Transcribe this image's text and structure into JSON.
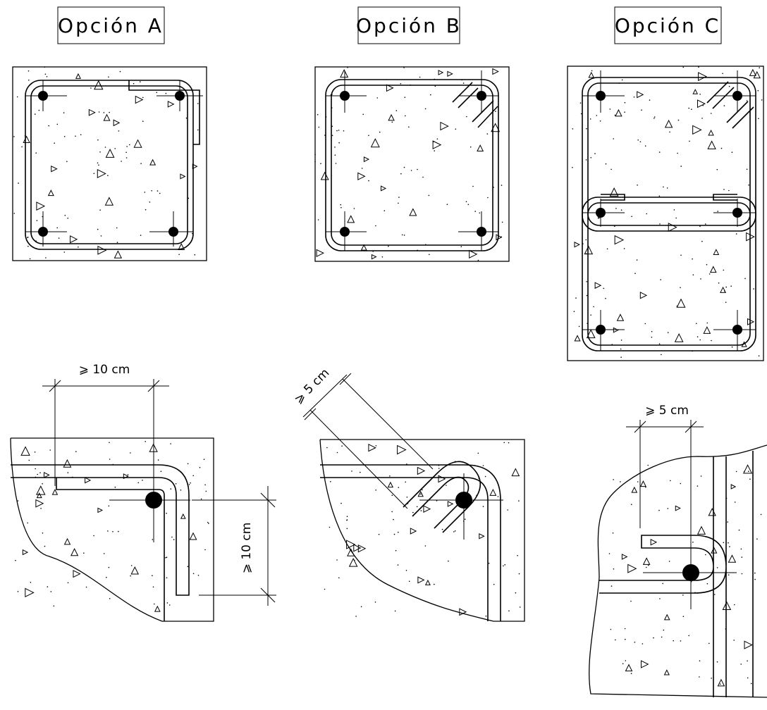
{
  "options": {
    "a": {
      "title": "Opción A"
    },
    "b": {
      "title": "Opción B"
    },
    "c": {
      "title": "Opción C"
    }
  },
  "dimensions": {
    "a_horizontal": "⩾ 10 cm",
    "a_vertical": "⩾ 10 cm",
    "b_diagonal": "⩾ 5 cm",
    "c_horizontal": "⩾ 5 cm"
  },
  "colors": {
    "ink": "#000000",
    "paper": "#ffffff"
  }
}
